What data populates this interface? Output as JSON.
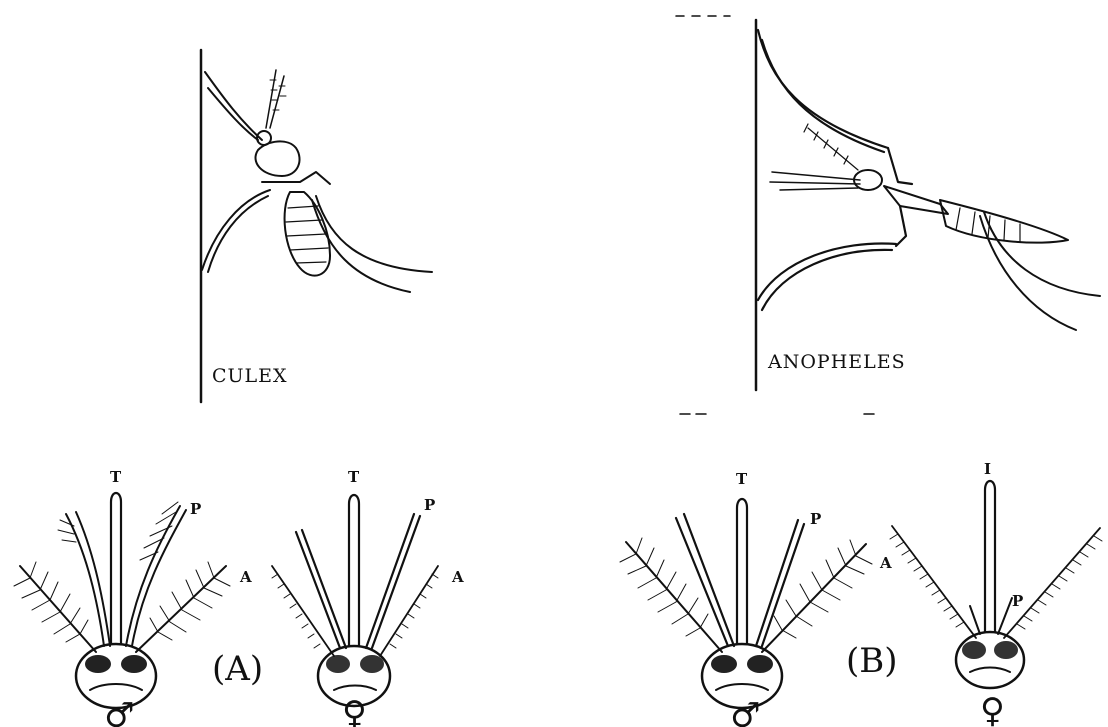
{
  "labels": {
    "culex": "CULEX",
    "anopheles": "ANOPHELES",
    "panel_a": "(A)",
    "panel_b": "(B)",
    "male": "♂",
    "female": "♀",
    "tube_T": "T",
    "palp_P": "P",
    "antenna_A": "A",
    "tube_small": "I"
  }
}
